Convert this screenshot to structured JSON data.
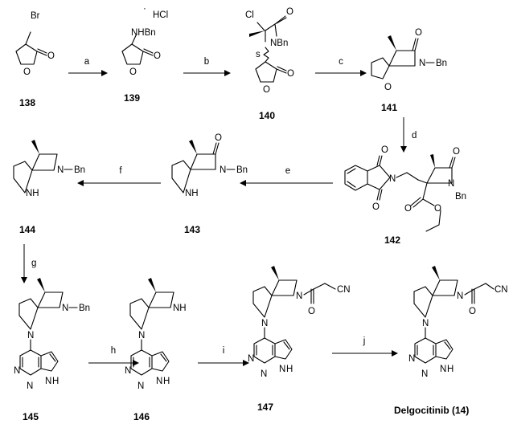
{
  "compounds": [
    {
      "id": "138",
      "label": "138"
    },
    {
      "id": "139",
      "label": "139"
    },
    {
      "id": "140",
      "label": "140"
    },
    {
      "id": "141",
      "label": "141"
    },
    {
      "id": "142",
      "label": "142"
    },
    {
      "id": "143",
      "label": "143"
    },
    {
      "id": "144",
      "label": "144"
    },
    {
      "id": "145",
      "label": "145"
    },
    {
      "id": "146",
      "label": "146"
    },
    {
      "id": "147",
      "label": "147"
    },
    {
      "id": "14",
      "label": "Delgocitinib (14)"
    }
  ],
  "steps": {
    "a": "a",
    "b": "b",
    "c": "c",
    "d": "d",
    "e": "e",
    "f": "f",
    "g": "g",
    "h": "h",
    "i": "i",
    "j": "j"
  },
  "atoms": {
    "Br": "Br",
    "O": "O",
    "HCl": "HCl",
    "dot": "·",
    "NHBn": "NHBn",
    "Cl": "Cl",
    "NBn": "NBn",
    "s": "s",
    "N": "N",
    "Bn": "Bn",
    "NH": "NH",
    "H": "H",
    "CN": "CN"
  }
}
